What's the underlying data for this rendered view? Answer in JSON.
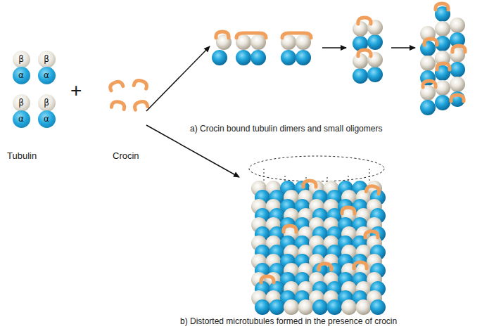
{
  "diagram": {
    "nodes": [
      {
        "text": [
          "β"
        ]
      },
      {
        "text": [
          "β"
        ]
      },
      {
        "text": [
          "α"
        ]
      },
      {
        "text": [
          "α"
        ]
      },
      {
        "text": [
          "β"
        ]
      },
      {
        "text": [
          "β"
        ]
      },
      {
        "text": [
          "α"
        ]
      },
      {
        "text": [
          "α"
        ]
      }
    ],
    "labels": [
      "+",
      "Tubulin",
      "Crocin",
      "a) Crocin bound tubulin dimers and small oligomers",
      "b) Distorted microtubules formed in the presence of crocin"
    ]
  }
}
